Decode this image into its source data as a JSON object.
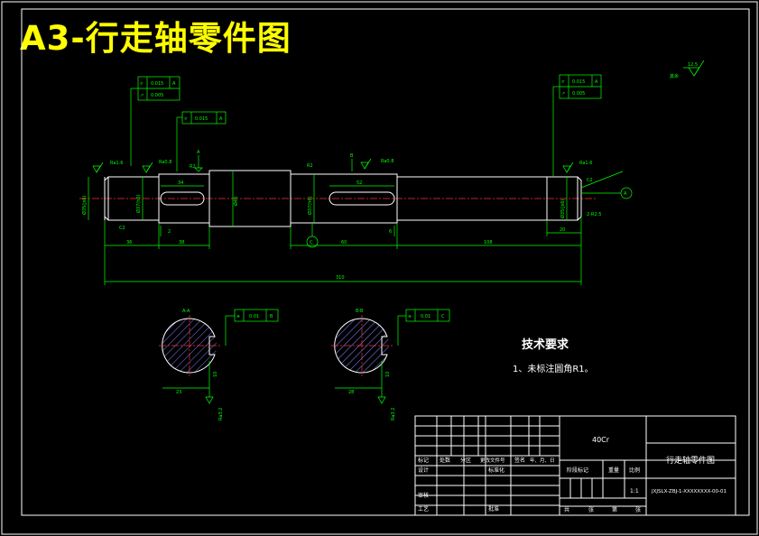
{
  "banner": {
    "title": "A3-行走轴零件图"
  },
  "colors": {
    "background": "#000000",
    "outline": "#ffffff",
    "dimension": "#00ff00",
    "centerline": "#ff3030",
    "hatch": "#8080ff",
    "banner": "#ffff00"
  },
  "roughness_general": {
    "value": "12.5",
    "label": "其余"
  },
  "tolerance_frames": {
    "left_top": [
      {
        "symbol": "⌭",
        "value": "0.015",
        "datum": "A"
      },
      {
        "symbol": "↗",
        "value": "0.005",
        "datum": ""
      }
    ],
    "left_mid": {
      "symbol": "⌭",
      "value": "0.015",
      "datum": "A"
    },
    "right_top": [
      {
        "symbol": "⌭",
        "value": "0.015",
        "datum": "A"
      },
      {
        "symbol": "↗",
        "value": "0.005",
        "datum": ""
      }
    ],
    "section_a": {
      "symbol": "⌯",
      "value": "0.01",
      "datum": "B"
    },
    "section_b": {
      "symbol": "⌯",
      "value": "0.01",
      "datum": "C"
    }
  },
  "datums": {
    "a": "A",
    "b": "B",
    "c": "C"
  },
  "roughness_marks": {
    "r1": "Ra1.6",
    "r2": "Ra0.8",
    "r3": "Ra0.8",
    "r4": "Ra1.6",
    "r5": "Ra3.2",
    "r6": "Ra3.2"
  },
  "shaft_labels": {
    "d1": "Ø35(js6)",
    "d2": "Ø37(h6)",
    "d3": "Ø45",
    "d4": "Ø37(h6)",
    "d5": "Ø35(js6)",
    "chamfer_left": "C2",
    "chamfer_right": "C2",
    "fillet_r2a": "R2",
    "fillet_r2b": "R2",
    "centre_hole": "2-R2.5"
  },
  "dimensions": {
    "key1_len": "34",
    "key1_off": "2",
    "key2_len": "52",
    "key2_off": "6",
    "seg1": "36",
    "seg2": "38",
    "seg3": "60",
    "seg4": "108",
    "seg5": "20",
    "total": "310"
  },
  "sections": {
    "a_label": "A-A",
    "b_label": "B-B",
    "a_depth": "23",
    "a_width": "10",
    "b_depth": "28",
    "b_width": "10",
    "a_rough": "Ra3.2",
    "b_rough": "Ra3.2"
  },
  "tech_notes": {
    "heading": "技术要求",
    "item1": "1、未标注圆角R1。"
  },
  "title_block": {
    "material": "40Cr",
    "part_name": "行走轴零件图",
    "drawing_no": "JXJSLX-ZBJ-1-XXXXXXXX-00-01",
    "scale": "1:1",
    "row_labels": [
      "标记",
      "处数",
      "分区",
      "更改文件号",
      "签名",
      "年、月、日"
    ],
    "designer": "设计",
    "standard": "标准化",
    "check": "审核",
    "process": "工艺",
    "approve": "批准",
    "stage_mark": "阶段标记",
    "weight": "重量",
    "ratio": "比例",
    "sheets_total": "共",
    "sheet_unit": "张",
    "sheet_no": "第",
    "sheet_unit2": "张"
  }
}
